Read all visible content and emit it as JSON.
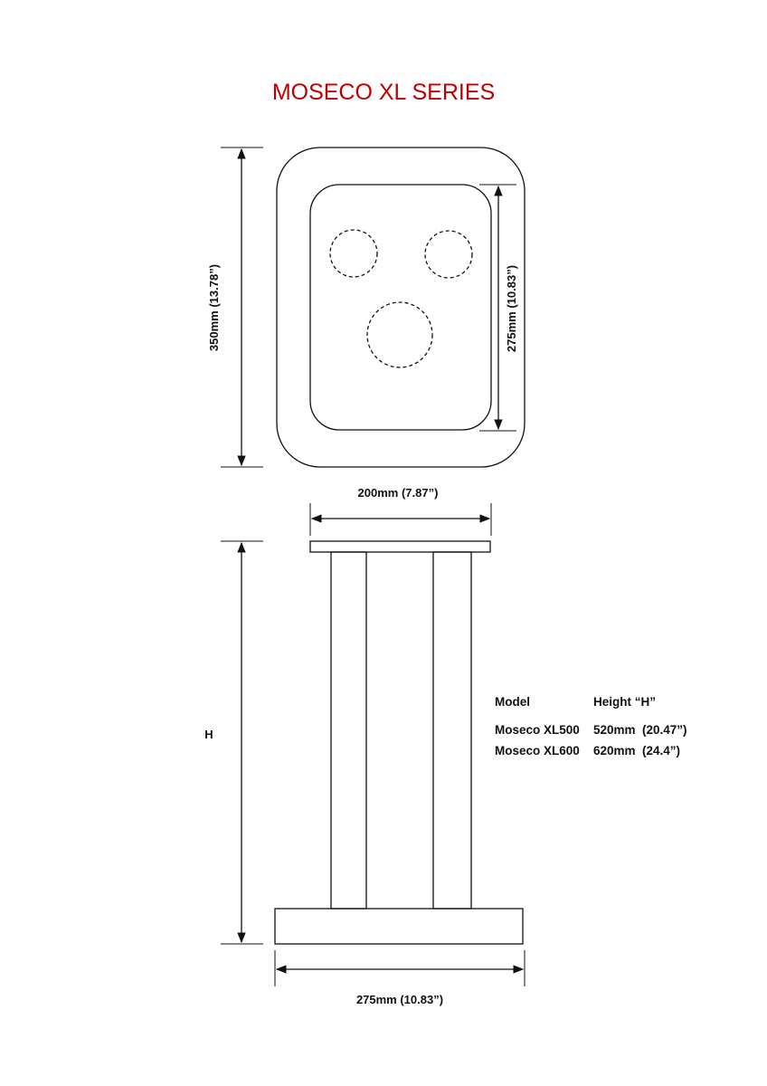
{
  "title": "MOSECO XL SERIES",
  "dimensions": {
    "top_plate_height": "350mm (13.78”)",
    "inner_plate_height": "275mm (10.83”)",
    "top_plate_width": "200mm (7.87”)",
    "stand_height": "H",
    "base_width": "275mm (10.83”)"
  },
  "spec_table": {
    "headers": [
      "Model",
      "Height “H”"
    ],
    "rows": [
      [
        "Moseco XL500",
        "520mm  (20.47”)"
      ],
      [
        "Moseco XL600",
        "620mm  (24.4”)"
      ]
    ]
  },
  "colors": {
    "title": "#c00000",
    "line": "#111111"
  }
}
